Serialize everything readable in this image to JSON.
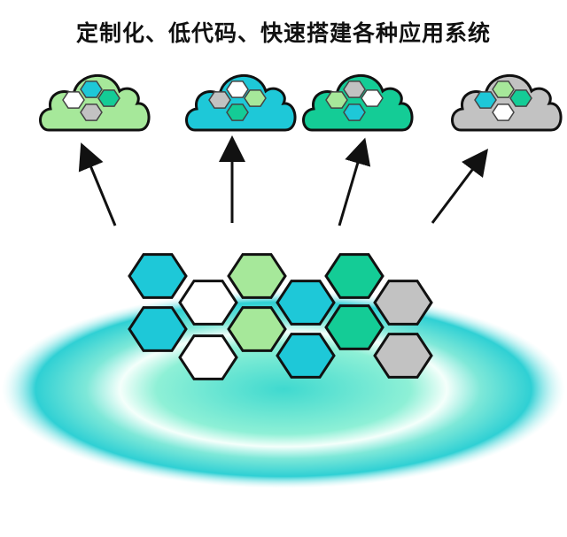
{
  "title": "定制化、低代码、快速搭建各种应用系统",
  "colors": {
    "cyan": "#1ec8d8",
    "light_green": "#a6e89a",
    "green": "#14cc96",
    "gray": "#c2c2c2",
    "white": "#ffffff",
    "outline": "#111111",
    "glow": "#2fd6d0"
  },
  "clouds": [
    {
      "name": "cloud-light-green",
      "fill": "light_green",
      "hexes": [
        "cyan",
        "white",
        "green",
        "gray"
      ]
    },
    {
      "name": "cloud-cyan",
      "fill": "cyan",
      "hexes": [
        "white",
        "gray",
        "light_green",
        "green"
      ]
    },
    {
      "name": "cloud-green",
      "fill": "green",
      "hexes": [
        "gray",
        "light_green",
        "white",
        "cyan"
      ]
    },
    {
      "name": "cloud-gray",
      "fill": "gray",
      "hexes": [
        "light_green",
        "cyan",
        "green",
        "white"
      ]
    }
  ],
  "hex_columns": [
    [
      "cyan",
      "cyan"
    ],
    [
      "white",
      "white"
    ],
    [
      "light_green",
      "light_green"
    ],
    [
      "cyan",
      "cyan"
    ],
    [
      "green",
      "green"
    ],
    [
      "gray",
      "gray"
    ]
  ]
}
